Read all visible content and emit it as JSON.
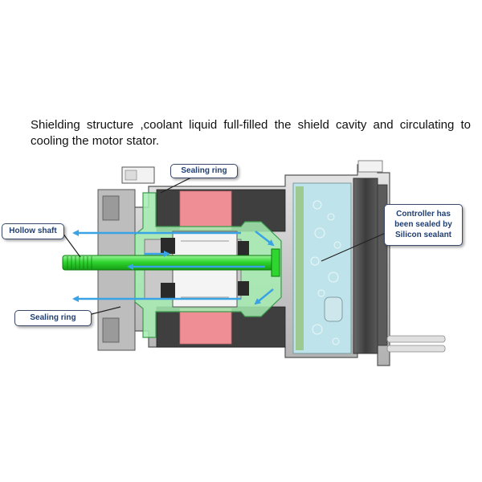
{
  "caption": "Shielding structure ,coolant liquid full-filled the shield cavity and circulating to cooling the motor stator.",
  "labels": {
    "sealing_ring_top": "Sealing ring",
    "hollow_shaft": "Hollow shaft",
    "sealing_ring_bottom": "Sealing ring",
    "controller": "Controller has been sealed by Silicon sealant"
  },
  "colors": {
    "shaft": "#2fd62f",
    "coolant_shield": "#a6ecb0",
    "stator": "#ef8f95",
    "flow_arrow": "#3aa3e6",
    "controller_liquid": "#bfe3ea",
    "housing": "#4a4a4a",
    "body": "#d2d2d2"
  }
}
